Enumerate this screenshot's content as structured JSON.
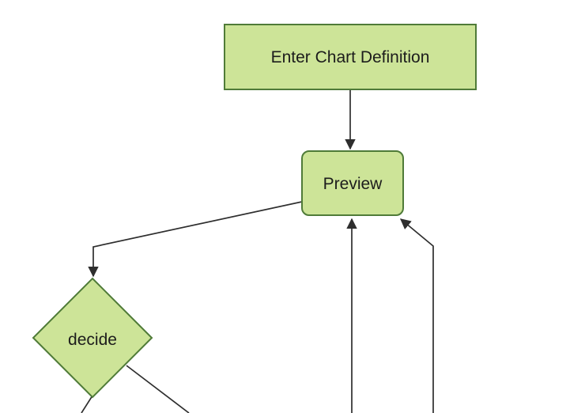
{
  "diagram": {
    "type": "flowchart",
    "direction": "top-down",
    "nodes": [
      {
        "id": "enter-chart-definition",
        "label": "Enter Chart Definition",
        "shape": "rectangle"
      },
      {
        "id": "preview",
        "label": "Preview",
        "shape": "rounded-rectangle"
      },
      {
        "id": "decide",
        "label": "decide",
        "shape": "diamond"
      }
    ],
    "edges": [
      {
        "from": "enter-chart-definition",
        "to": "preview",
        "arrow": true
      },
      {
        "from": "preview",
        "to": "decide",
        "arrow": true
      },
      {
        "from": "offscreen-bottom-center",
        "to": "preview",
        "arrow": true
      },
      {
        "from": "offscreen-bottom-right",
        "to": "preview",
        "arrow": true
      },
      {
        "from": "decide",
        "to": "offscreen-bottom-left",
        "arrow": false
      },
      {
        "from": "decide",
        "to": "offscreen-bottom-right",
        "arrow": false
      }
    ]
  },
  "colors": {
    "background": "#ffffff",
    "node_fill": "#cde498",
    "node_border": "#4f7b38",
    "edge_color": "#2e2e2e",
    "text_color": "#1c1c1c"
  }
}
